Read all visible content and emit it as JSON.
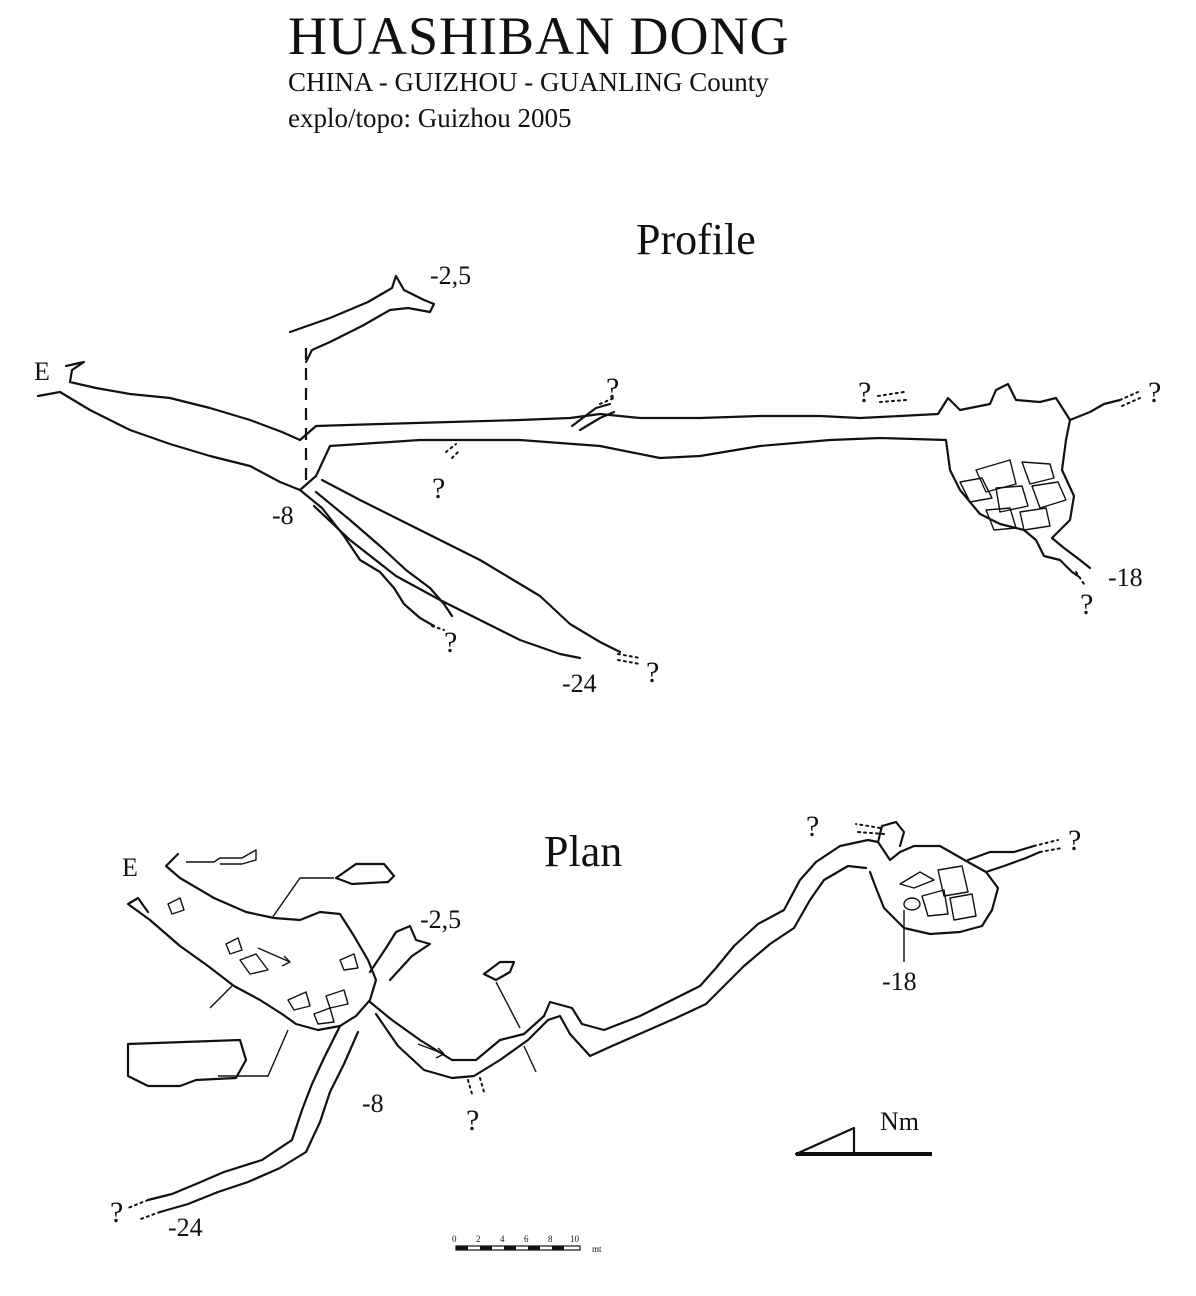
{
  "header": {
    "title": "HUASHIBAN DONG",
    "subtitle": "CHINA - GUIZHOU - GUANLING County",
    "credits": "explo/topo: Guizhou 2005"
  },
  "profile": {
    "heading": "Profile",
    "entrance": "E",
    "depth_upper": "-2,5",
    "depth_shaft": "-8",
    "depth_branch": "-24",
    "depth_chamber": "-18",
    "unknown": "?"
  },
  "plan": {
    "heading": "Plan",
    "entrance": "E",
    "depth_upper": "-2,5",
    "depth_shaft": "-8",
    "depth_branch": "-24",
    "depth_chamber": "-18",
    "unknown": "?"
  },
  "north_arrow": {
    "label": "Nm"
  },
  "scale_bar": {
    "ticks": [
      "0",
      "2",
      "4",
      "6",
      "8",
      "10"
    ],
    "unit": "mt"
  }
}
